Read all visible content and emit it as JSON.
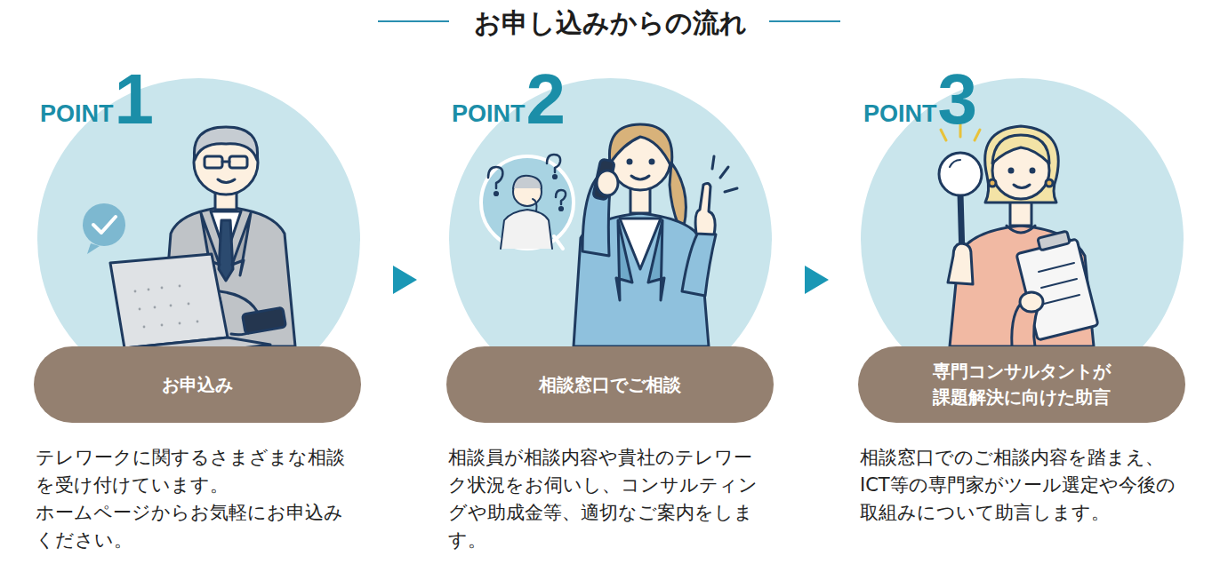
{
  "diagram": {
    "title": "お申し込みからの流れ",
    "nodes": [
      {
        "text": [
          "POINT",
          "1"
        ]
      },
      {
        "text": [
          "お申込み",
          "テレワークに関するさまざまな相談 を受け付けています。 ホームページからお気軽にお申込み ください。"
        ]
      },
      {
        "text": [
          "POINT",
          "2"
        ]
      },
      {
        "text": [
          "相談窓口でご相談",
          "相談員が相談内容や貴社のテレワー ク状況をお伺いし、コンサルティン グや助成金等、適切なご案内をしま す。"
        ]
      },
      {
        "text": [
          "POINT",
          "3"
        ]
      },
      {
        "text": [
          "専門コンサルタントが 課題解決に向けた助言",
          "相談窓口でのご相談内容を踏まえ、 ICT等の専門家がツール選定や今後の 取組みについて助言します。"
        ]
      }
    ],
    "edges": [
      {
        "from": 0,
        "to": 2,
        "arrow": "to"
      },
      {
        "from": 2,
        "to": 4,
        "arrow": "to"
      }
    ]
  }
}
